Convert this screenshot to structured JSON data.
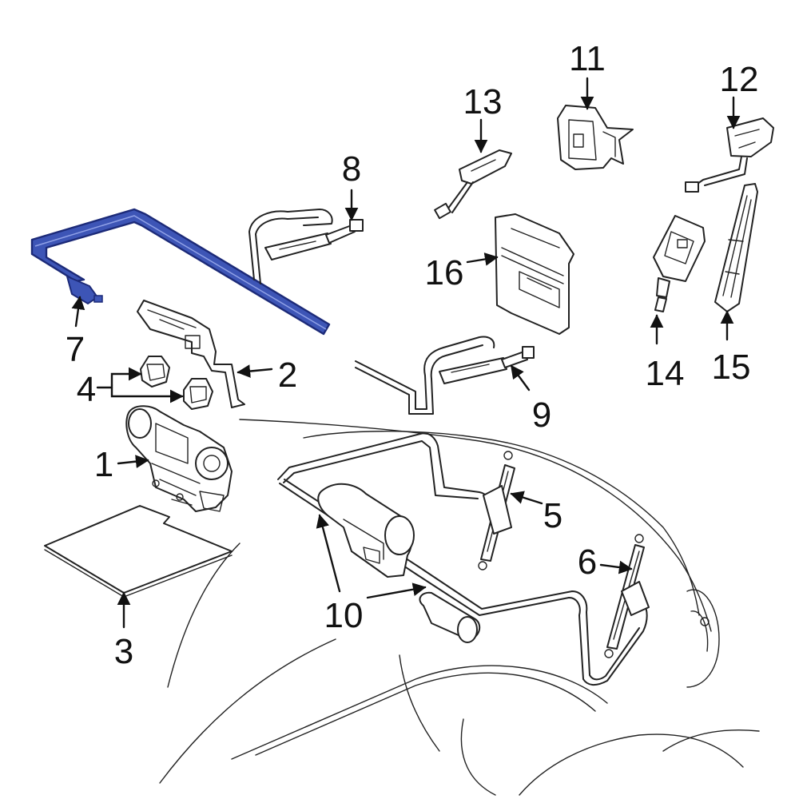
{
  "diagram": {
    "callouts": [
      "1",
      "2",
      "3",
      "4",
      "5",
      "6",
      "7",
      "8",
      "9",
      "10",
      "11",
      "12",
      "13",
      "14",
      "15",
      "16"
    ],
    "colors": {
      "highlight_fill": "#3d55b6",
      "highlight_stroke": "#1c2a78",
      "line": "#222222",
      "background": "#ffffff"
    },
    "highlighted_part": "7"
  }
}
